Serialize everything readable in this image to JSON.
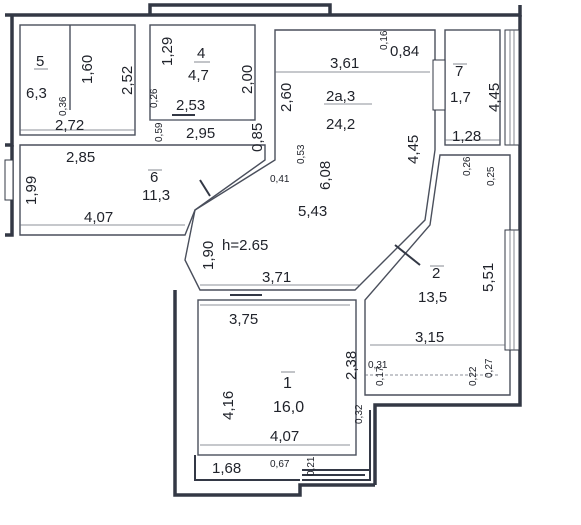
{
  "rooms": [
    {
      "id": "1",
      "number": "1",
      "area": "16,0"
    },
    {
      "id": "2",
      "number": "2",
      "area": "13,5"
    },
    {
      "id": "2a",
      "number": "2а,3",
      "area": "24,2"
    },
    {
      "id": "4",
      "number": "4",
      "area": "4,7"
    },
    {
      "id": "5",
      "number": "5",
      "area": "6,3"
    },
    {
      "id": "6",
      "number": "6",
      "area": "11,3"
    },
    {
      "id": "7",
      "number": "7",
      "area": "1,7"
    }
  ],
  "ceiling_height": "h=2.65",
  "dimensions": {
    "d1_60": "1,60",
    "d2_52": "2,52",
    "d0_36": "0,36",
    "d2_72": "2,72",
    "d1_29": "1,29",
    "d2_00": "2,00",
    "d0_26": "0,26",
    "d2_53": "2,53",
    "d2_95": "2,95",
    "d0_59": "0,59",
    "d0_85": "0,85",
    "d2_85": "2,85",
    "d1_99": "1,99",
    "d4_07_top": "4,07",
    "d3_61": "3,61",
    "d0_16": "0,16",
    "d0_84": "0,84",
    "d2_60": "2,60",
    "d0_53": "0,53",
    "d0_41": "0,41",
    "d6_08": "6,08",
    "d4_45_mid": "4,45",
    "d5_43": "5,43",
    "d1_90": "1,90",
    "d4_45_right": "4,45",
    "d1_28": "1,28",
    "d0_26_r": "0,26",
    "d0_25": "0,25",
    "d5_51": "5,51",
    "d3_71": "3,71",
    "d3_75": "3,75",
    "d2_38": "2,38",
    "d3_15": "3,15",
    "d0_31": "0,31",
    "d0_17": "0,17",
    "d0_22": "0,22",
    "d0_27": "0,27",
    "d4_16": "4,16",
    "d0_32": "0,32",
    "d4_07_bot": "4,07",
    "d1_68": "1,68",
    "d0_67": "0,67",
    "d0_21": "0,21"
  }
}
